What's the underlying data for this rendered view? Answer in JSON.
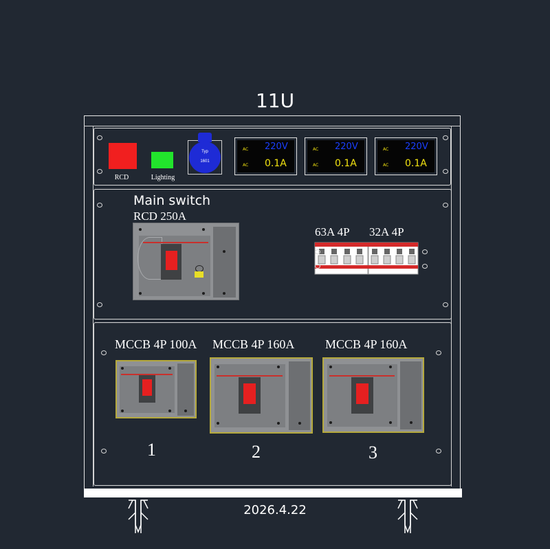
{
  "title": "11U",
  "top_panel": {
    "rcd_indicator_label": "RCD",
    "lighting_indicator_label": "Lighting",
    "socket_text_line1": "Typ",
    "socket_text_line2": "1601",
    "meters": [
      {
        "voltage": "220V",
        "current": "0.1A",
        "ac_label": "AC"
      },
      {
        "voltage": "220V",
        "current": "0.1A",
        "ac_label": "AC"
      },
      {
        "voltage": "220V",
        "current": "0.1A",
        "ac_label": "AC"
      }
    ],
    "colors": {
      "rcd": "#f11f1f",
      "lighting": "#22e42c",
      "socket": "#1e2bd6"
    }
  },
  "middle_panel": {
    "main_switch_label": "Main switch",
    "rcd_rating": "RCD  250A",
    "mcb_group1_label": "63A  4P",
    "mcb_group2_label": "32A  4P"
  },
  "bottom_panel": {
    "breakers": [
      {
        "label": "MCCB  4P  100A",
        "number": "1"
      },
      {
        "label": "MCCB  4P  160A",
        "number": "2"
      },
      {
        "label": "MCCB  4P  160A",
        "number": "3"
      }
    ]
  },
  "date": "2026.4.22"
}
